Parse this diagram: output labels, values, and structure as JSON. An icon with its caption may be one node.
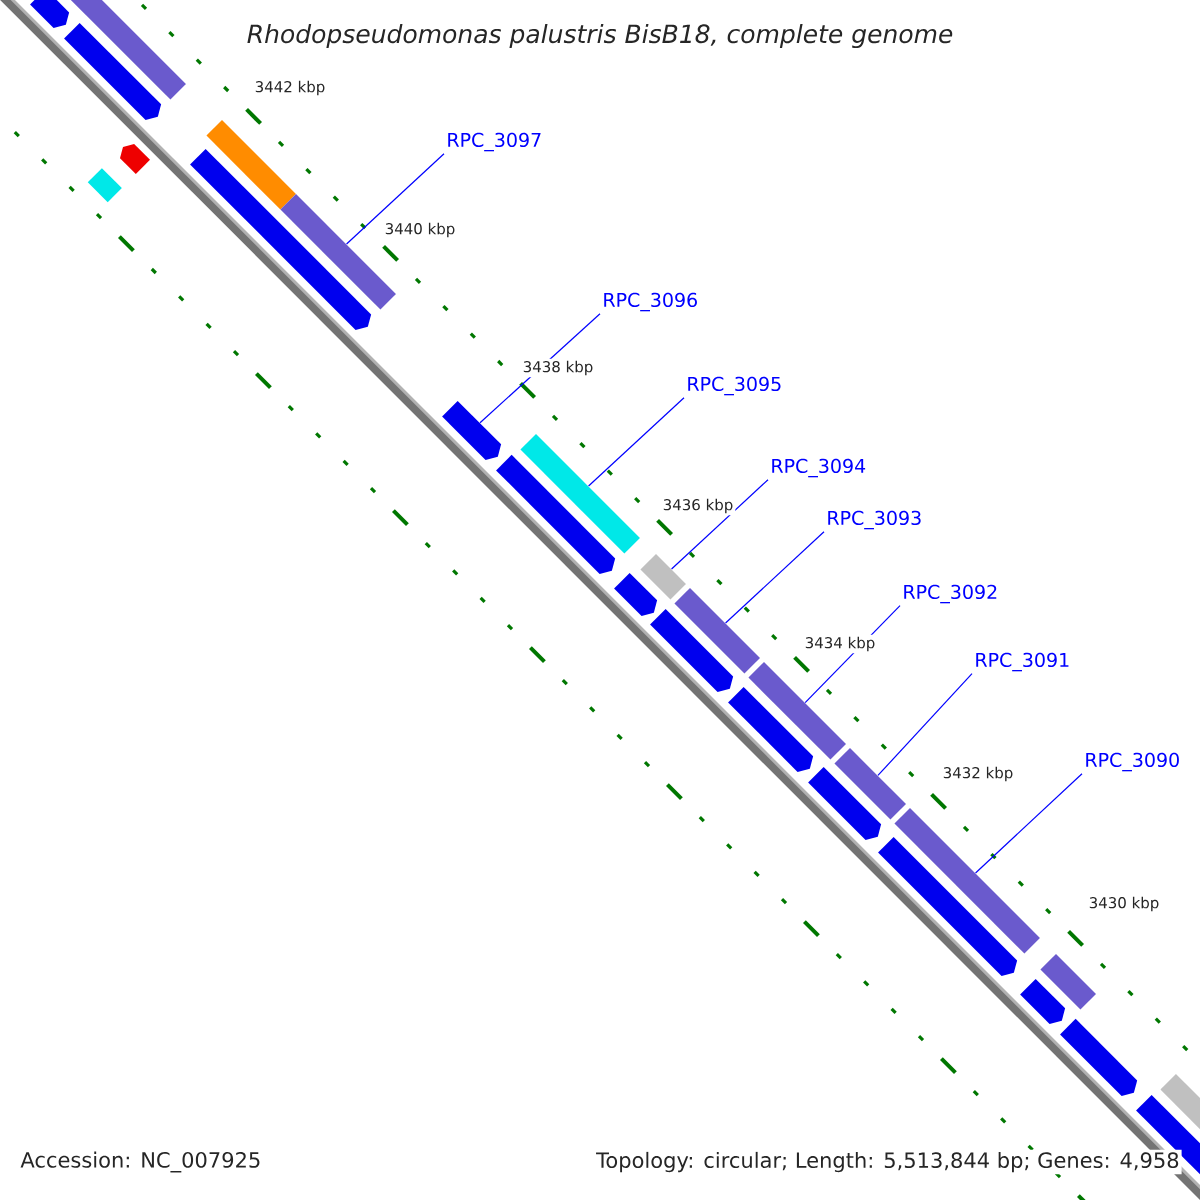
{
  "diagram": {
    "title": "Rhodopseudomonas palustris BisB18, complete genome",
    "nodes": [
      {
        "text": [
          "RPC_3097"
        ]
      },
      {
        "text": [
          "RPC_3096"
        ]
      },
      {
        "text": [
          "RPC_3095"
        ]
      },
      {
        "text": [
          "RPC_3094"
        ]
      },
      {
        "text": [
          "RPC_3093"
        ]
      },
      {
        "text": [
          "RPC_3092"
        ]
      },
      {
        "text": [
          "RPC_3091"
        ]
      },
      {
        "text": [
          "RPC_3090"
        ]
      },
      {
        "text": [],
        "shape": "pentagon"
      },
      {
        "text": [],
        "shape": "bar"
      },
      {
        "text": [],
        "shape": "pentagon"
      },
      {
        "text": [],
        "shape": "bar"
      },
      {
        "text": [],
        "shape": "pentagon"
      },
      {
        "text": [],
        "shape": "bar"
      },
      {
        "text": [],
        "shape": "pentagon"
      },
      {
        "text": [],
        "shape": "bar"
      },
      {
        "text": [],
        "shape": "pentagon"
      },
      {
        "text": [],
        "shape": "pentagon"
      },
      {
        "text": [],
        "shape": "bar"
      },
      {
        "text": [],
        "shape": "pentagon"
      },
      {
        "text": [],
        "shape": "bar"
      },
      {
        "text": [],
        "shape": "pentagon"
      },
      {
        "text": [],
        "shape": "bar"
      },
      {
        "text": [],
        "shape": "pentagon"
      },
      {
        "text": [],
        "shape": "bar"
      },
      {
        "text": [],
        "shape": "pentagon"
      },
      {
        "text": [],
        "shape": "bar"
      },
      {
        "text": [],
        "shape": "bar"
      },
      {
        "text": [],
        "shape": "pentagon"
      },
      {
        "text": [],
        "shape": "pentagon"
      },
      {
        "text": [],
        "shape": "bar"
      },
      {
        "text": [],
        "shape": "pentagon"
      },
      {
        "text": [],
        "shape": "pentagon"
      },
      {
        "text": [],
        "shape": "bar"
      }
    ],
    "edges": [
      {
        "from": 0,
        "to": 15,
        "arrow": "none"
      },
      {
        "from": 1,
        "to": 16,
        "arrow": "none"
      },
      {
        "from": 2,
        "to": 18,
        "arrow": "none"
      },
      {
        "from": 3,
        "to": 20,
        "arrow": "none"
      },
      {
        "from": 4,
        "to": 22,
        "arrow": "none"
      },
      {
        "from": 5,
        "to": 24,
        "arrow": "none"
      },
      {
        "from": 6,
        "to": 26,
        "arrow": "none"
      },
      {
        "from": 7,
        "to": 27,
        "arrow": "none"
      }
    ],
    "labels": [
      "3442 kbp",
      "3440 kbp",
      "3438 kbp",
      "3436 kbp",
      "3434 kbp",
      "3432 kbp",
      "3430 kbp",
      "Accession: NC_007925",
      "Topology: circular; Length: 5,513,844 bp; Genes: 4,958"
    ]
  }
}
